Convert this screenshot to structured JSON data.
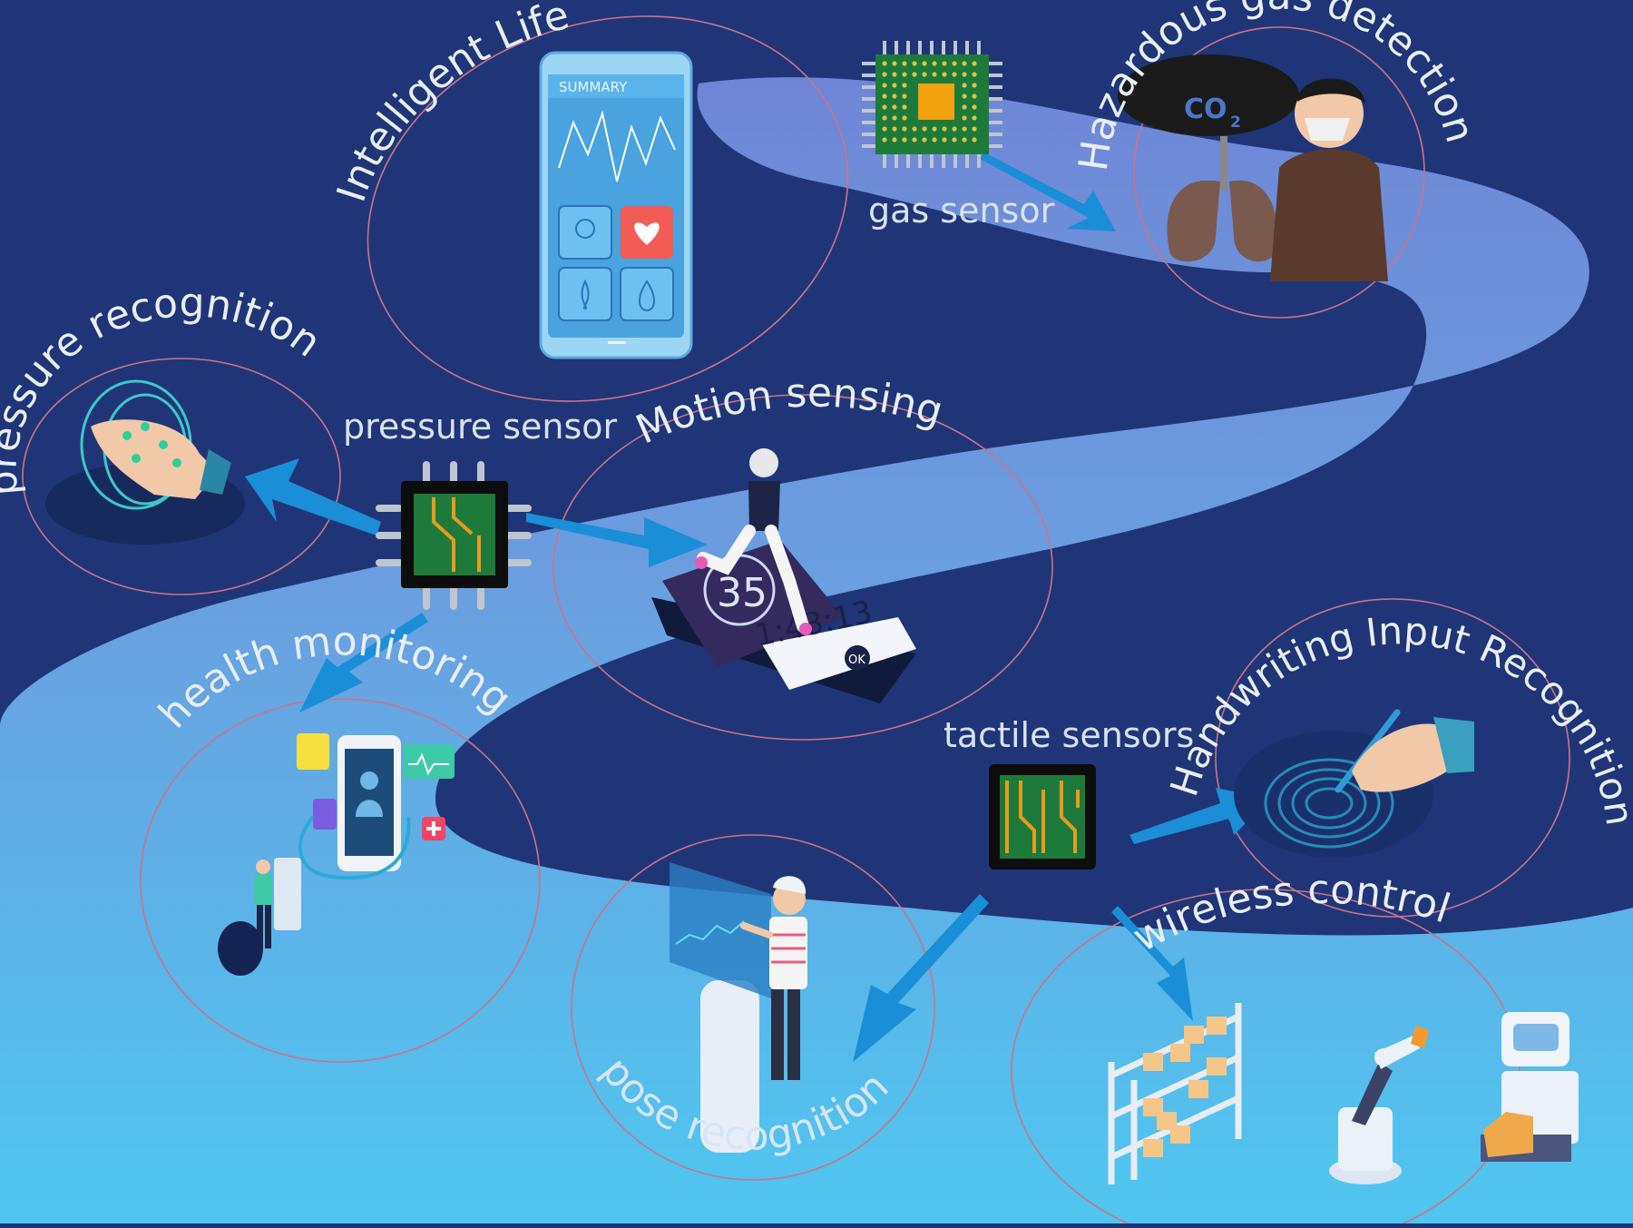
{
  "topics": {
    "intelligent_life": "Intelligent Life",
    "hazardous_gas": "Hazardous gas detection",
    "pressure_recognition": "pressure recognition",
    "motion_sensing": "Motion sensing",
    "health_monitoring": "health monitoring",
    "handwriting": "Handwriting Input Recognition",
    "wireless_control": "wireless control",
    "pose_recognition": "pose recognition"
  },
  "sensors": {
    "gas": "gas sensor",
    "pressure": "pressure sensor",
    "tactile": "tactile sensors"
  },
  "phone": {
    "summary": "SUMMARY"
  },
  "run_app": {
    "number": "35",
    "time": "1:43:13",
    "ok": "OK"
  },
  "gas_cloud": {
    "formula": "CO",
    "subscript": "2"
  },
  "colors": {
    "background": "#1f3577",
    "path_top": "#6f86d6",
    "path_bottom": "#4fc3ef",
    "arrow": "#1a8ed6",
    "circle": "#c9748a",
    "chip_gold": "#c9b037",
    "chip_green": "#1d7a3a"
  },
  "icons": [
    "phone-icon",
    "gas-chip-icon",
    "lungs-icon",
    "masked-person-icon",
    "hand-icon",
    "pressure-chip-icon",
    "runner-icon",
    "doctor-phone-icon",
    "tactile-chip-icon",
    "pen-hand-icon",
    "shelf-icon",
    "robot-arm-icon",
    "vr-person-icon"
  ]
}
